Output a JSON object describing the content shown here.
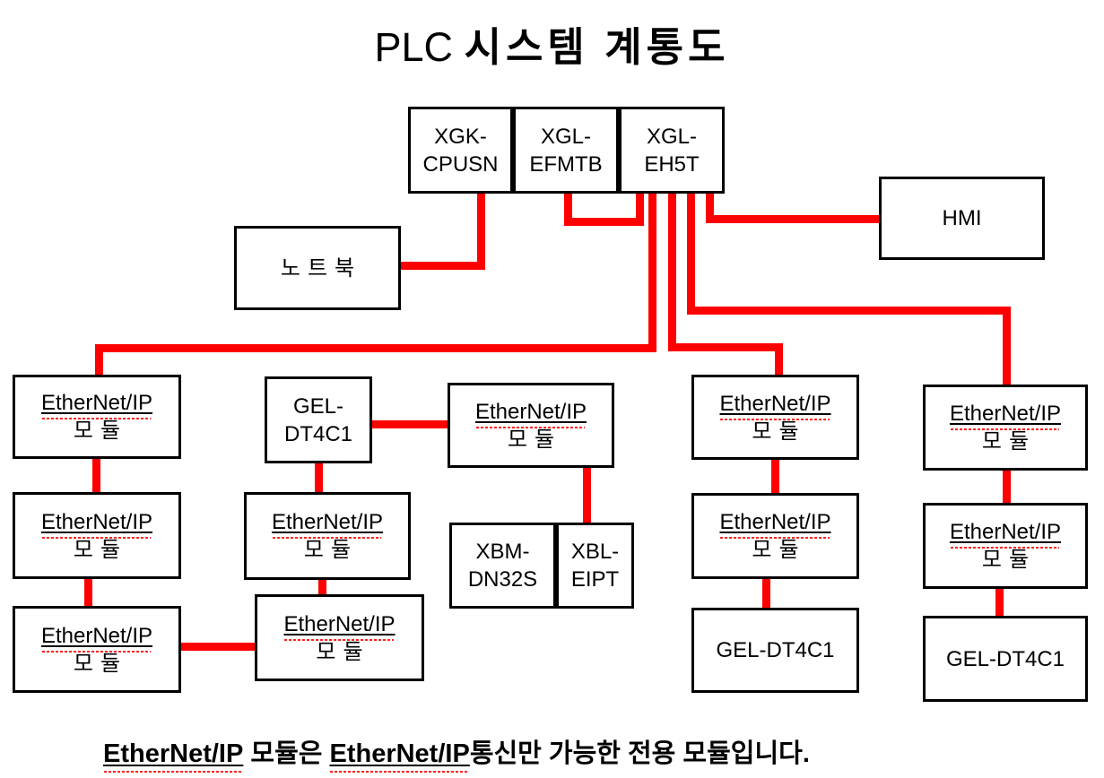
{
  "title": {
    "prefix": "PLC ",
    "main": "시스템 계통도"
  },
  "labels": {
    "ethernet_ip": "EtherNet/IP",
    "module": "모듈",
    "xgk_line1": "XGK-",
    "xgk_line2": "CPUSN",
    "efmtb_line1": "XGL-",
    "efmtb_line2": "EFMTB",
    "eh5t_line1": "XGL-",
    "eh5t_line2": "EH5T",
    "notebook": "노트북",
    "hmi": "HMI",
    "gel_line1": "GEL-",
    "gel_line2": "DT4C1",
    "gel_single": "GEL-DT4C1",
    "xbm_line1": "XBM-",
    "xbm_line2": "DN32S",
    "xbl_line1": "XBL-",
    "xbl_line2": "EIPT"
  },
  "caption": {
    "eip1": "EtherNet/IP",
    "mid": " 모듈은 ",
    "eip2": "EtherNet/IP",
    "tail": "통신만 가능한 전용 모듈입니다."
  },
  "colors": {
    "wire": "#FF0000",
    "border": "#000000",
    "background": "#FFFFFF",
    "squiggle": "#FF2020"
  },
  "connections": [
    "notebook - XGK-CPUSN",
    "XGL-EFMTB - XGL-EH5T",
    "XGL-EH5T - HMI",
    "XGL-EH5T - EtherNet/IP module column 1",
    "XGL-EH5T - EtherNet/IP module column 3",
    "XGL-EH5T - EtherNet/IP module column 4",
    "col1: module1 - module2 - module3",
    "col1 module3 - col2 offset module",
    "col2: GEL-DT4C1 - module - offset module",
    "GEL-DT4C1 - center EtherNet/IP module - XBL-EIPT",
    "col3: module - module - GEL-DT4C1",
    "col4: module - module - GEL-DT4C1"
  ]
}
